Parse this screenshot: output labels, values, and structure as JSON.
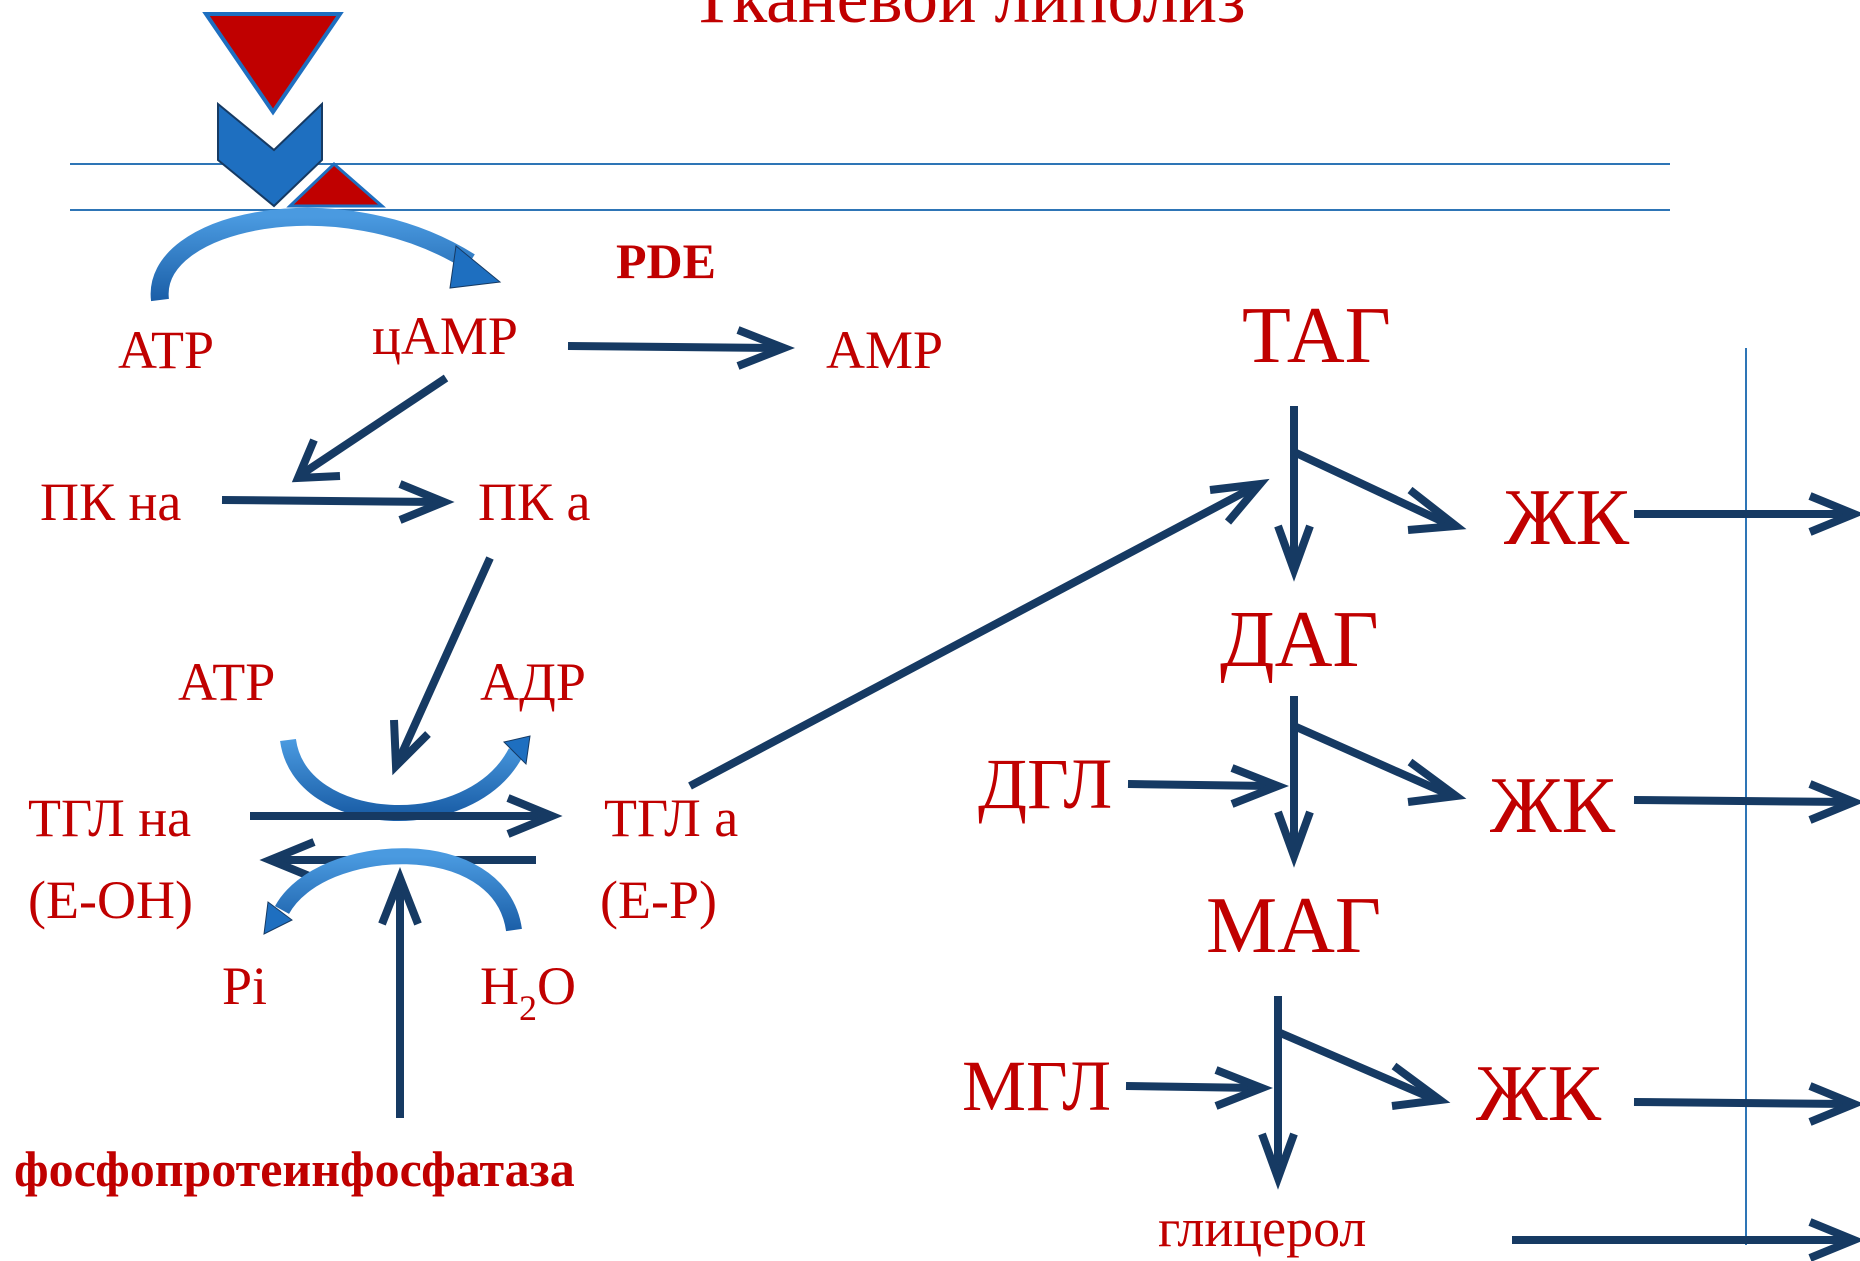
{
  "title": "Тканевой липолиз",
  "labels": {
    "pde": "PDE",
    "atp_top": "ATP",
    "camp": "цАМР",
    "amp": "АМР",
    "pk_inactive": "ПК на",
    "pk_active": "ПК а",
    "atp_mid": "АТР",
    "adp": "АДР",
    "tgl_inactive": "ТГЛ на",
    "tgl_inactive_form": "(Е-ОН)",
    "tgl_active": "ТГЛ а",
    "tgl_active_form": "(Е-Р)",
    "pi": "Pi",
    "water_h": "H",
    "water_sub": "2",
    "water_o": "O",
    "phosphatase": "фосфопротеинфосфатаза",
    "tag": "ТАГ",
    "dag": "ДАГ",
    "mag": "МАГ",
    "dgl": "ДГЛ",
    "mgl": "МГЛ",
    "fa_1": "ЖК",
    "fa_2": "ЖК",
    "fa_3": "ЖК",
    "glycerol": "глицерол"
  },
  "colors": {
    "text_red": "#c00000",
    "arrow_navy": "#163a63",
    "membrane_blue": "#2e75b6",
    "receptor_blue": "#1e6fc0",
    "hormone_red": "#c00000"
  }
}
